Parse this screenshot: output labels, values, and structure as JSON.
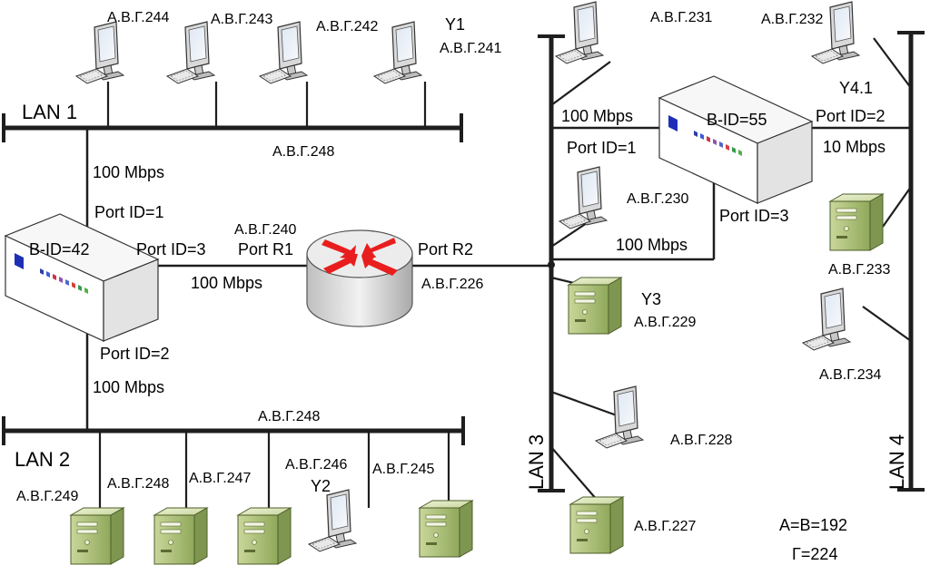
{
  "lans": {
    "lan1": "LAN 1",
    "lan2": "LAN 2",
    "lan3": "LAN 3",
    "lan4": "LAN 4"
  },
  "bridge_left": {
    "id": "B-ID=42",
    "port1": "Port ID=1",
    "port2": "Port ID=2",
    "port3": "Port ID=3",
    "speed_up": "100 Mbps",
    "speed_down": "100 Mbps",
    "speed_right": "100 Mbps"
  },
  "bridge_right": {
    "id": "B-ID=55",
    "port1": "Port ID=1",
    "port2": "Port ID=2",
    "port3": "Port ID=3",
    "speed_left": "100 Mbps",
    "speed_right": "10 Mbps",
    "speed_down": "100 Mbps"
  },
  "router": {
    "r1_ip": "Α.Β.Γ.240",
    "r1": "Port R1",
    "r2": "Port R2",
    "r2_ip": "Α.Β.Γ.226"
  },
  "hosts": {
    "h244": "Α.Β.Γ.244",
    "h243": "Α.Β.Γ.243",
    "h242": "Α.Β.Γ.242",
    "y1": "Y1",
    "h241": "Α.Β.Γ.241",
    "lan1_net": "Α.Β.Γ.248",
    "lan2_net": "Α.Β.Γ.248",
    "h249": "Α.Β.Γ.249",
    "h248": "Α.Β.Γ.248",
    "h247": "Α.Β.Γ.247",
    "h246": "Α.Β.Γ.246",
    "y2": "Y2",
    "h245": "Α.Β.Γ.245",
    "h231": "Α.Β.Γ.231",
    "h230": "Α.Β.Γ.230",
    "y3": "Y3",
    "h229": "Α.Β.Γ.229",
    "h228": "Α.Β.Γ.228",
    "h227": "Α.Β.Γ.227",
    "h232": "Α.Β.Γ.232",
    "y41": "Y4.1",
    "h233": "Α.Β.Γ.233",
    "h234": "Α.Β.Γ.234"
  },
  "notes": {
    "ab": "Α=Β=192",
    "g": "Γ=224"
  }
}
